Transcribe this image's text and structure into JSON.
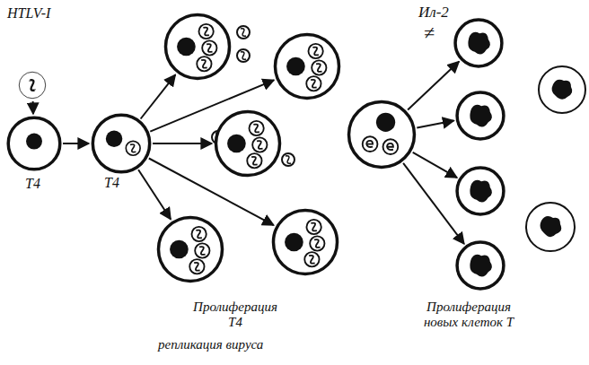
{
  "diagram": {
    "nodes": [
      {
        "text": []
      },
      {
        "text": [
          "T4"
        ]
      },
      {
        "text": [
          "T4"
        ]
      },
      {
        "text": []
      },
      {
        "text": []
      },
      {
        "text": []
      },
      {
        "text": []
      },
      {
        "text": []
      },
      {
        "text": []
      },
      {
        "text": []
      },
      {
        "text": []
      },
      {
        "text": []
      },
      {
        "text": []
      }
    ],
    "edges": [
      {
        "from": 0,
        "to": 1,
        "arrow": "to"
      },
      {
        "from": 1,
        "to": 2,
        "arrow": "to"
      },
      {
        "from": 2,
        "to": 3,
        "arrow": "to"
      },
      {
        "from": 2,
        "to": 4,
        "arrow": "to"
      },
      {
        "from": 2,
        "to": 5,
        "arrow": "to"
      },
      {
        "from": 2,
        "to": 6,
        "arrow": "to"
      },
      {
        "from": 2,
        "to": 7,
        "arrow": "to"
      },
      {
        "from": 8,
        "to": 9,
        "arrow": "to"
      },
      {
        "from": 8,
        "to": 10,
        "arrow": "to"
      },
      {
        "from": 8,
        "to": 11,
        "arrow": "to"
      },
      {
        "from": 8,
        "to": 12,
        "arrow": "to"
      }
    ],
    "labels": [
      "HTLV-I",
      "Ил-2",
      "≠",
      "Пролиферация T4",
      "репликация вируса",
      "Пролиферация новых клеток T"
    ]
  }
}
